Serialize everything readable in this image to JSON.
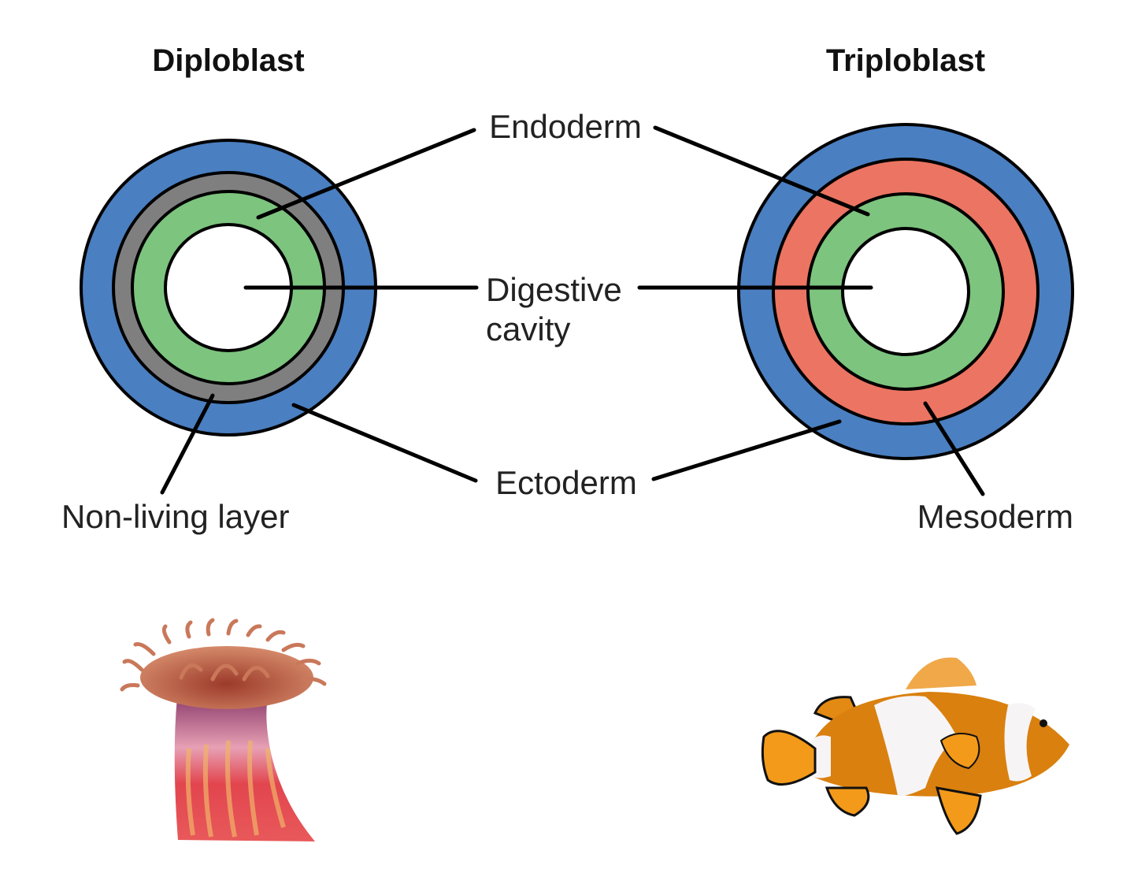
{
  "titles": {
    "diploblast": "Diploblast",
    "triploblast": "Triploblast"
  },
  "labels": {
    "endoderm": "Endoderm",
    "digestive_cavity_line1": "Digestive",
    "digestive_cavity_line2": "cavity",
    "ectoderm": "Ectoderm",
    "non_living_layer": "Non-living layer",
    "mesoderm": "Mesoderm"
  },
  "colors": {
    "ectoderm": "#4a7fc1",
    "non_living_layer": "#7f7f7f",
    "endoderm": "#7dc47f",
    "mesoderm": "#ec7462",
    "cavity": "#ffffff"
  },
  "illustrations": {
    "diploblast_example": "sea-anemone",
    "triploblast_example": "clownfish"
  }
}
